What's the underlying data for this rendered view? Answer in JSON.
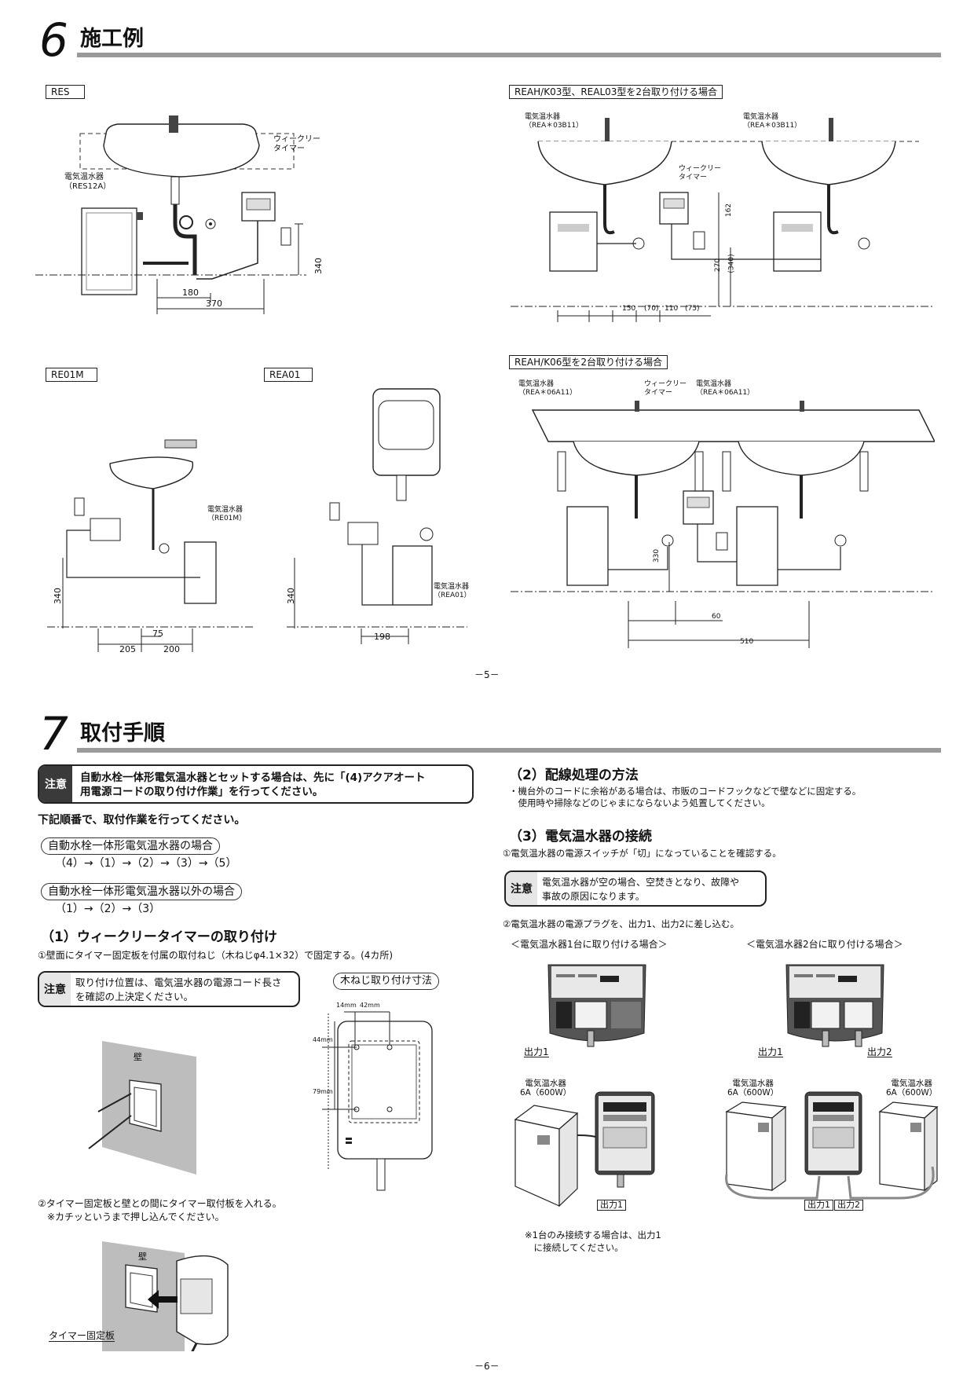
{
  "sec6": {
    "num": "6",
    "title": "施工例",
    "labels": {
      "res": "RES",
      "reah_k03": "REAH/K03型、REAL03型を2台取り付ける場合",
      "re01m": "RE01M",
      "rea01": "REA01",
      "reah_k06": "REAH/K06型を2台取り付ける場合"
    },
    "res": {
      "timer": "ウィークリー\nタイマー",
      "heater": "電気温水器\n（RES12A）",
      "d340": "340",
      "d180": "180",
      "d370": "370"
    },
    "k03": {
      "heater_l": "電気温水器\n（REA＊03B11）",
      "heater_r": "電気温水器\n（REA＊03B11）",
      "timer": "ウィークリー\nタイマー",
      "d162": "162",
      "d270": "270",
      "d340p": "(340)",
      "d150": "150",
      "d70": "(70)",
      "d110": "110",
      "d75": "(75)"
    },
    "re01m": {
      "heater": "電気温水器\n（RE01M）",
      "d340": "340",
      "d75": "75",
      "d205": "205",
      "d200": "200"
    },
    "rea01": {
      "heater": "電気温水器\n（REA01）",
      "d340": "340",
      "d198": "198"
    },
    "k06": {
      "heater_l": "電気温水器\n（REA＊06A11）",
      "timer": "ウィークリー\nタイマー",
      "heater_r": "電気温水器\n（REA＊06A11）",
      "d330": "330",
      "d60": "60",
      "d510": "510"
    },
    "page": "－5－"
  },
  "sec7": {
    "num": "7",
    "title": "取付手順",
    "caution_tag": "注意",
    "caution_main": "自動水栓一体形電気温水器とセットする場合は、先に「(4)アクアオート\n用電源コードの取り付け作業」を行ってください。",
    "order_intro": "下記順番で、取付作業を行ってください。",
    "case1_pill": "自動水栓一体形電気温水器の場合",
    "case1_seq": "（4）→（1）→（2）→（3）→（5）",
    "case2_pill": "自動水栓一体形電気温水器以外の場合",
    "case2_seq": "（1）→（2）→（3）",
    "s1_title": "（1）ウィークリータイマーの取り付け",
    "s1_step1": "①壁面にタイマー固定板を付属の取付ねじ（木ねじφ4.1×32）で固定する。(4カ所)",
    "s1_caution": "取り付け位置は、電気温水器の電源コード長さ\nを確認の上決定ください。",
    "screw_pill": "木ねじ取り付け寸法",
    "screw_dims": {
      "d14": "14mm",
      "d42": "42mm",
      "d44": "44mm",
      "d79": "79mm"
    },
    "wall1": "壁",
    "s1_step2": "②タイマー固定板と壁との間にタイマー取付板を入れる。\n　※カチッというまで押し込んでください。",
    "wall2": "壁",
    "fix_plate": "タイマー固定板",
    "s2_title": "（2）配線処理の方法",
    "s2_text": "・機台外のコードに余裕がある場合は、市販のコードフックなどで壁などに固定する。\n　使用時や掃除などのじゃまにならないよう処置してください。",
    "s3_title": "（3）電気温水器の接続",
    "s3_step1": "①電気温水器の電源スイッチが「切」になっていることを確認する。",
    "s3_caution": "電気温水器が空の場合、空焚きとなり、故障や\n事故の原因になります。",
    "s3_step2": "②電気温水器の電源プラグを、出力1、出力2に差し込む。",
    "one_unit": "＜電気温水器1台に取り付ける場合＞",
    "two_unit": "＜電気温水器2台に取り付ける場合＞",
    "out1_a": "出力1",
    "out1_b": "出力1",
    "out2_b": "出力2",
    "heater_6a_1": "電気温水器\n6A（600W）",
    "heater_6a_2": "電気温水器\n6A（600W）",
    "heater_6a_3": "電気温水器\n6A（600W）",
    "out1_c": "出力1",
    "out1_d": "出力1",
    "out2_d": "出力2",
    "note": "※1台のみ接続する場合は、出力1\n　に接続してください。",
    "page": "－6－"
  }
}
